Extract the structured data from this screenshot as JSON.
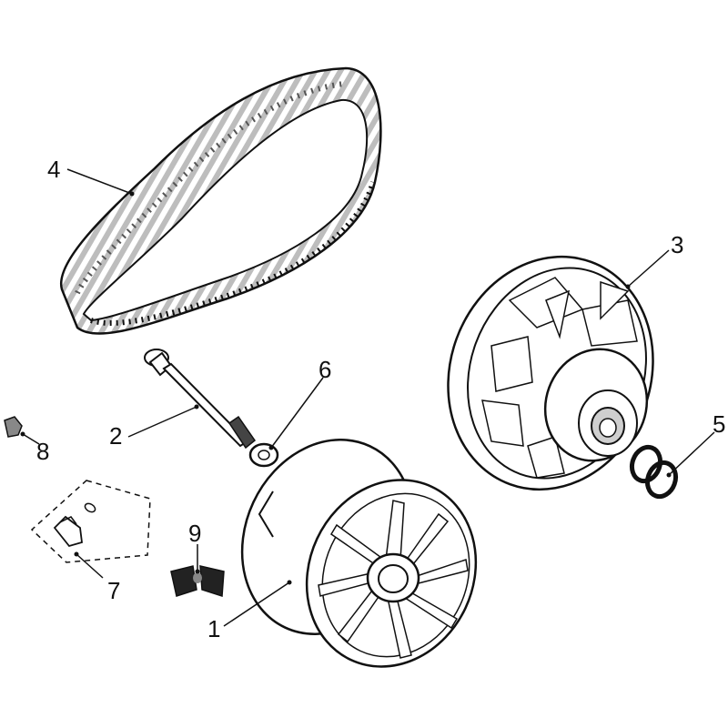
{
  "diagram": {
    "callouts": [
      {
        "id": "main-pulley",
        "label": "1"
      },
      {
        "id": "bolt",
        "label": "2"
      },
      {
        "id": "driven-pulley",
        "label": "3"
      },
      {
        "id": "drive-belt",
        "label": "4"
      },
      {
        "id": "o-rings",
        "label": "5"
      },
      {
        "id": "washer",
        "label": "6"
      },
      {
        "id": "slider-kit",
        "label": "7"
      },
      {
        "id": "small-clip",
        "label": "8"
      },
      {
        "id": "roller-weight",
        "label": "9"
      }
    ]
  }
}
